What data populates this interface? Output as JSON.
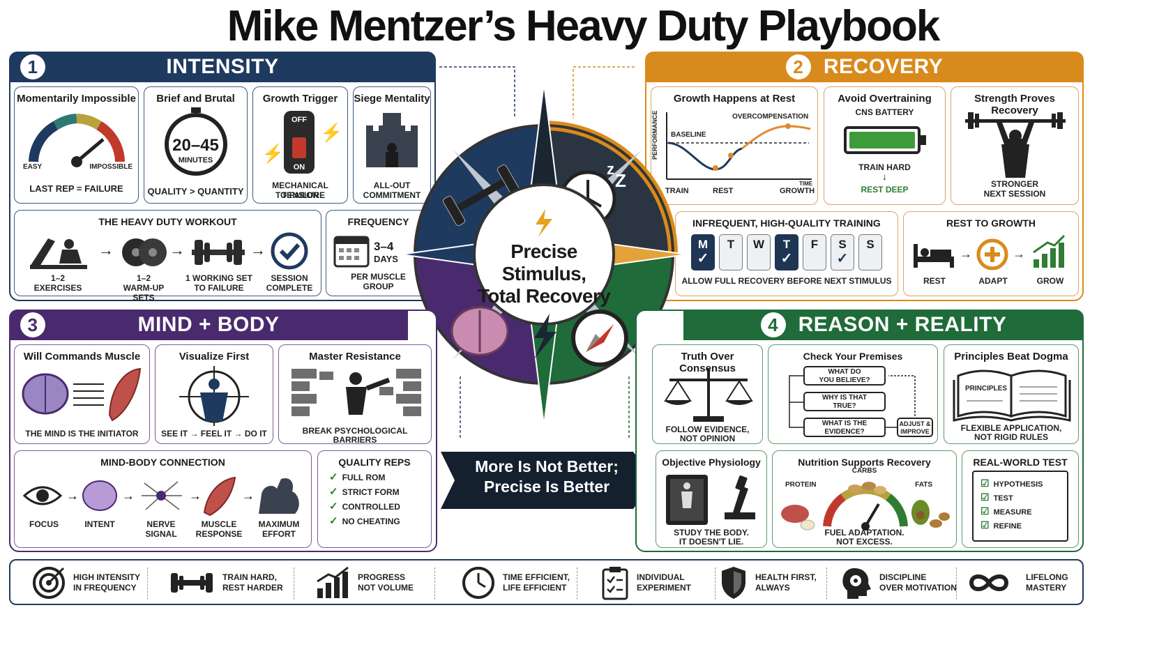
{
  "title": "Mike Mentzer’s Heavy Duty Playbook",
  "colors": {
    "intensity": "#1f3a5f",
    "recovery": "#d98a1c",
    "mind": "#4a2a6e",
    "reason": "#1f6b3a",
    "dark": "#14202e"
  },
  "sections": {
    "intensity": {
      "number": "1",
      "heading": "INTENSITY",
      "cards": {
        "impossible": {
          "title": "Momentarily Impossible",
          "easy": "EASY",
          "hard": "IMPOSSIBLE",
          "caption": "LAST REP = FAILURE"
        },
        "brief": {
          "title": "Brief and Brutal",
          "time": "20–45",
          "unit": "MINUTES",
          "caption": "QUALITY > QUANTITY"
        },
        "trigger": {
          "title": "Growth Trigger",
          "off": "OFF",
          "on": "ON",
          "caption1": "MECHANICAL TENSION",
          "caption2": "TO FAILURE"
        },
        "siege": {
          "title": "Siege Mentality",
          "caption1": "ALL-OUT",
          "caption2": "COMMITMENT"
        }
      },
      "workout": {
        "title": "THE HEAVY DUTY WORKOUT",
        "steps": [
          {
            "l1": "1–2",
            "l2": "EXERCISES"
          },
          {
            "l1": "1–2",
            "l2": "WARM-UP SETS"
          },
          {
            "l1": "1 WORKING SET",
            "l2": "TO FAILURE"
          },
          {
            "l1": "SESSION",
            "l2": "COMPLETE"
          }
        ]
      },
      "frequency": {
        "title": "FREQUENCY",
        "value": "3–4",
        "unit": "DAYS",
        "caption1": "PER MUSCLE",
        "caption2": "GROUP"
      }
    },
    "recovery": {
      "number": "2",
      "heading": "RECOVERY",
      "growth": {
        "title": "Growth Happens at Rest",
        "ylabel": "PERFORMANCE",
        "baseline": "BASELINE",
        "over": "OVERCOMPENSATION",
        "x1": "TRAIN",
        "x2": "REST",
        "x3": "GROWTH",
        "time": "TIME"
      },
      "overtrain": {
        "title": "Avoid Overtraining",
        "sub": "CNS BATTERY",
        "l1": "TRAIN HARD",
        "l2": "REST DEEP"
      },
      "strength": {
        "title": "Strength Proves Recovery",
        "c1": "STRONGER",
        "c2": "NEXT SESSION"
      },
      "infrequent": {
        "title": "INFREQUENT, HIGH-QUALITY TRAINING",
        "days": [
          "M",
          "T",
          "W",
          "T",
          "F",
          "S",
          "S"
        ],
        "caption": "ALLOW FULL RECOVERY BEFORE NEXT STIMULUS"
      },
      "rest_growth": {
        "title": "REST TO GROWTH",
        "steps": [
          "REST",
          "ADAPT",
          "GROW"
        ]
      }
    },
    "mind": {
      "number": "3",
      "heading": "MIND + BODY",
      "will": {
        "title": "Will Commands Muscle",
        "caption": "THE MIND IS THE INITIATOR"
      },
      "visualize": {
        "title": "Visualize First",
        "caption": "SEE IT → FEEL IT → DO IT"
      },
      "resist": {
        "title": "Master Resistance",
        "c1": "BREAK PSYCHOLOGICAL",
        "c2": "BARRIERS"
      },
      "connection": {
        "title": "MIND-BODY CONNECTION",
        "steps": [
          {
            "l1": "FOCUS",
            "l2": ""
          },
          {
            "l1": "INTENT",
            "l2": ""
          },
          {
            "l1": "NERVE SIGNAL",
            "l2": ""
          },
          {
            "l1": "MUSCLE",
            "l2": "RESPONSE"
          },
          {
            "l1": "MAXIMUM",
            "l2": "EFFORT"
          }
        ]
      },
      "quality": {
        "title": "QUALITY REPS",
        "items": [
          "FULL ROM",
          "STRICT FORM",
          "CONTROLLED",
          "NO CHEATING"
        ]
      }
    },
    "reason": {
      "number": "4",
      "heading": "REASON + REALITY",
      "truth": {
        "title": "Truth Over Consensus",
        "c1": "FOLLOW EVIDENCE,",
        "c2": "NOT OPINION"
      },
      "premises": {
        "title": "Check Your Premises",
        "q1a": "WHAT DO",
        "q1b": "YOU BELIEVE?",
        "q2a": "WHY IS THAT",
        "q2b": "TRUE?",
        "q3a": "WHAT IS THE",
        "q3b": "EVIDENCE?",
        "adj1": "ADJUST &",
        "adj2": "IMPROVE"
      },
      "principles": {
        "title": "Principles Beat Dogma",
        "book": "PRINCIPLES",
        "c1": "FLEXIBLE APPLICATION,",
        "c2": "NOT RIGID RULES"
      },
      "physiology": {
        "title": "Objective Physiology",
        "c1": "STUDY THE BODY.",
        "c2": "IT DOESN'T LIE."
      },
      "nutrition": {
        "title": "Nutrition Supports Recovery",
        "carbs": "CARBS",
        "protein": "PROTEIN",
        "fats": "FATS",
        "c1": "FUEL ADAPTATION.",
        "c2": "NOT EXCESS."
      },
      "realworld": {
        "title": "REAL-WORLD TEST",
        "items": [
          "HYPOTHESIS",
          "TEST",
          "MEASURE",
          "REFINE"
        ]
      }
    }
  },
  "center": {
    "l1": "Precise",
    "l2": "Stimulus,",
    "l3": "Total Recovery"
  },
  "banner": {
    "l1": "More Is Not Better;",
    "l2": "Precise Is Better"
  },
  "footer": [
    {
      "icon": "target-icon",
      "l1": "HIGH INTENSITY",
      "l2": "IN FREQUENCY"
    },
    {
      "icon": "dumbbell-icon",
      "l1": "TRAIN HARD,",
      "l2": "REST HARDER"
    },
    {
      "icon": "growth-chart-icon",
      "l1": "PROGRESS",
      "l2": "NOT VOLUME"
    },
    {
      "icon": "clock-icon",
      "l1": "TIME EFFICIENT,",
      "l2": "LIFE EFFICIENT"
    },
    {
      "icon": "clipboard-icon",
      "l1": "INDIVIDUAL",
      "l2": "EXPERIMENT"
    },
    {
      "icon": "shield-icon",
      "l1": "HEALTH FIRST,",
      "l2": "ALWAYS"
    },
    {
      "icon": "brain-gear-icon",
      "l1": "DISCIPLINE",
      "l2": "OVER MOTIVATION"
    },
    {
      "icon": "infinity-icon",
      "l1": "LIFELONG",
      "l2": "MASTERY"
    }
  ]
}
